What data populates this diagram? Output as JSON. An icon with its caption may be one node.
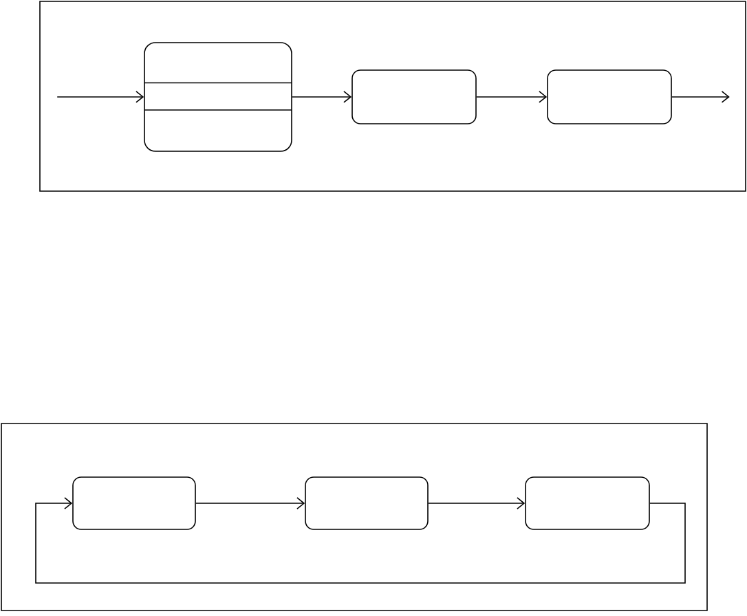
{
  "diagram": {
    "nodes": [
      {
        "text": [],
        "shape": "box"
      },
      {
        "text": [],
        "shape": "box",
        "in": 0
      },
      {
        "text": [],
        "shape": "box",
        "in": 0
      },
      {
        "text": [],
        "shape": "box",
        "in": 0
      },
      {
        "text": [],
        "shape": "box"
      },
      {
        "text": [],
        "shape": "box",
        "in": 4
      },
      {
        "text": [],
        "shape": "box",
        "in": 4
      },
      {
        "text": [],
        "shape": "box",
        "in": 4
      }
    ],
    "edges": [
      {
        "from": null,
        "to": 1,
        "arrow": "to"
      },
      {
        "from": 1,
        "to": 2,
        "arrow": "to"
      },
      {
        "from": 2,
        "to": 3,
        "arrow": "to"
      },
      {
        "from": 3,
        "to": null,
        "arrow": "to"
      },
      {
        "from": 5,
        "to": 6,
        "arrow": "to"
      },
      {
        "from": 6,
        "to": 7,
        "arrow": "to"
      },
      {
        "from": 7,
        "to": 5,
        "arrow": "to"
      }
    ]
  }
}
